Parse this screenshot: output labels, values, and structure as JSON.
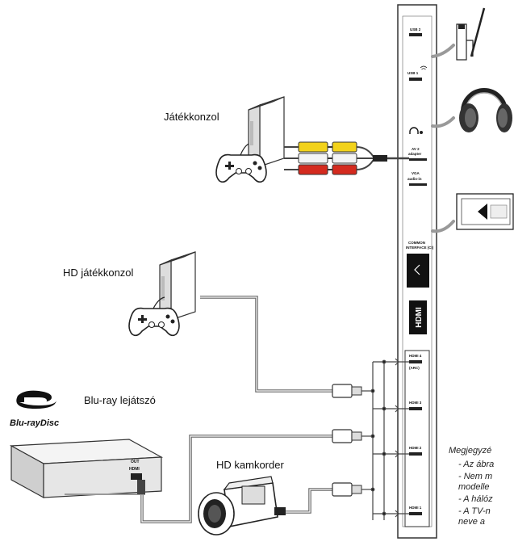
{
  "labels": {
    "game_console": "Játékkonzol",
    "hd_game_console": "HD játékkonzol",
    "bluray_player": "Blu-ray lejátszó",
    "hd_camcorder": "HD kamkorder",
    "bluray_logo": "Blu-rayDisc"
  },
  "tv_ports": {
    "usb2": "USB 2",
    "usb1": "USB 1",
    "av2_adapter": "AV 2",
    "av2_adapter_sub": "adapter",
    "vga": "VGA",
    "vga_sub": "audio-in",
    "common_interface": "COMMON",
    "common_interface_sub": "INTERFACE (CI)",
    "hdmi_logo": "HDMI",
    "hdmi4": "HDMI 4",
    "hdmi4_sub": "(ARC)",
    "hdmi3": "HDMI 3",
    "hdmi2": "HDMI 2",
    "hdmi1": "HDMI 1"
  },
  "device_text": {
    "bluray_out": "OUT",
    "bluray_hdmi": "HDMI"
  },
  "note": {
    "title": "Megjegyzé",
    "lines": [
      "- Az ábra",
      "- Nem m",
      "  modelle",
      "- A hálóz",
      "- A TV-n",
      "  neve a"
    ]
  },
  "colors": {
    "rca_yellow": "#f2d21b",
    "rca_white": "#f4f4f4",
    "rca_red": "#d42a1e",
    "line": "#555555",
    "panel": "#ffffff"
  },
  "icons": [
    "wifi-dongle-icon",
    "headphones-icon",
    "ci-card-icon",
    "gamepad-icon",
    "bluray-logo-icon",
    "camcorder-icon"
  ]
}
